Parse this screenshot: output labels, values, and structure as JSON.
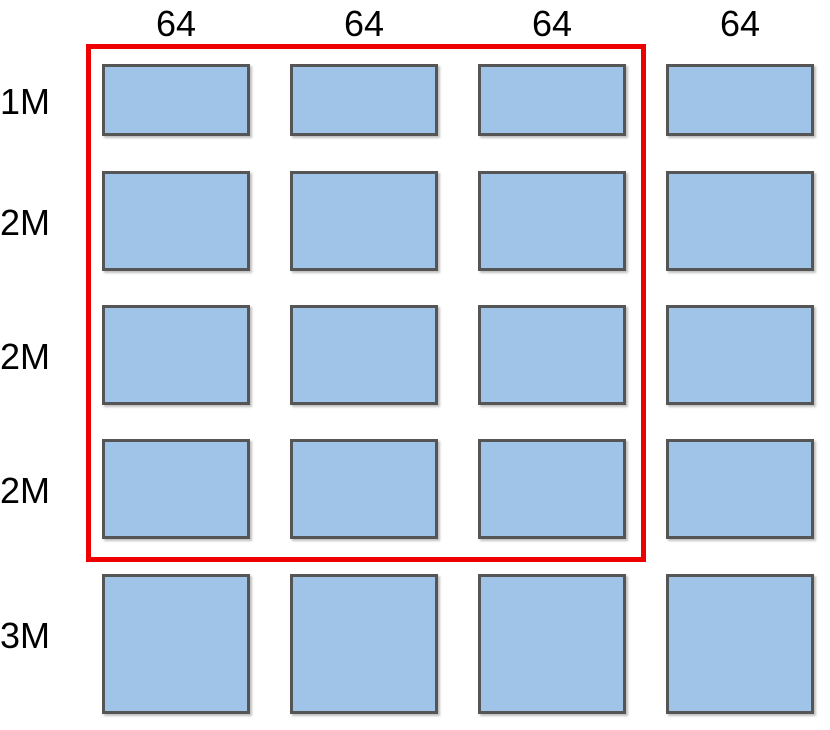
{
  "columns": [
    {
      "label": "64"
    },
    {
      "label": "64"
    },
    {
      "label": "64"
    },
    {
      "label": "64"
    }
  ],
  "rows": [
    {
      "label": "1M"
    },
    {
      "label": "2M"
    },
    {
      "label": "2M"
    },
    {
      "label": "2M"
    },
    {
      "label": "3M"
    }
  ],
  "colors": {
    "cell_fill": "#a0c4e8",
    "cell_border": "#555555",
    "selection_border": "#ee0000"
  },
  "selection": {
    "columns_included": 3,
    "rows_included": 4
  }
}
